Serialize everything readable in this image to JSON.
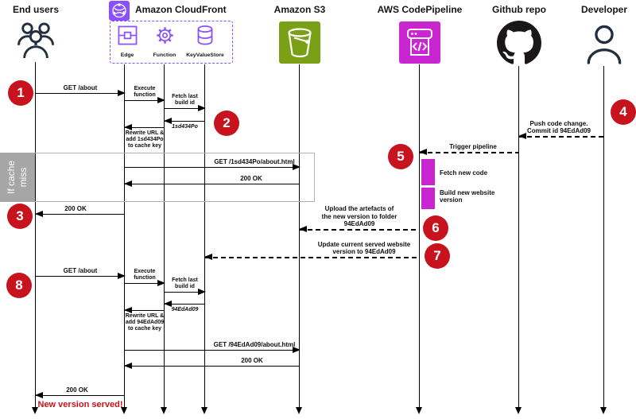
{
  "palette": {
    "cloudfront_purple": "#8C4FFF",
    "s3_green": "#7AA116",
    "codepipeline_magenta": "#C925D1",
    "step_red": "#C7131E",
    "fragment_gray": "#A6A6A6",
    "actor_dark": "#232F3E"
  },
  "actors": {
    "end_users": {
      "label": "End users"
    },
    "cloudfront": {
      "label": "Amazon CloudFront",
      "children": {
        "edge": "Edge",
        "function": "Function",
        "key_value_store": "KeyValueStore"
      }
    },
    "s3": {
      "label": "Amazon S3"
    },
    "codepipeline": {
      "label": "AWS CodePipeline"
    },
    "github": {
      "label": "Github repo"
    },
    "developer": {
      "label": "Developer"
    }
  },
  "icons": {
    "end_users": "users-group-icon",
    "cloudfront": "cloudfront-icon",
    "edge": "edge-location-icon",
    "function": "function-gear-icon",
    "key_value_store": "key-value-store-cylinder-icon",
    "s3": "s3-bucket-icon",
    "codepipeline": "codepipeline-icon",
    "github": "github-octocat-icon",
    "developer": "person-icon"
  },
  "steps": [
    "1",
    "2",
    "3",
    "4",
    "5",
    "6",
    "7",
    "8"
  ],
  "messages": {
    "get_about_1": "GET /about",
    "execute_function_1": "Execute\nfunction",
    "fetch_last_build_1": "Fetch last\nbuild id",
    "build_id_1": "1sd434Po",
    "rewrite_1": "Rewrite URL &\nadd 1sd434Po\nto cache key",
    "get_versioned_1": "GET /1sd434Po/about.html",
    "ok_edge_1": "200 OK",
    "ok_user_1": "200 OK",
    "push_code": "Push code change.\nCommit id 94EdAd09",
    "trigger_pipeline": "Trigger pipeline",
    "fetch_new_code": "Fetch new code",
    "build_new_website": "Build new website\nversion",
    "upload_artefacts": "Upload the artefacts of\nthe new version to folder\n94EdAd09",
    "update_version": "Update current served website\nversion to 94EdAd09",
    "get_about_2": "GET /about",
    "execute_function_2": "Execute\nfunction",
    "fetch_last_build_2": "Fetch last\nbuild id",
    "build_id_2": "94EdAd09",
    "rewrite_2": "Rewrite URL &\nadd 94EdAd09\nto cache key",
    "get_versioned_2": "GET /94EdAd09/about.html",
    "ok_edge_2": "200 OK",
    "ok_user_2": "200 OK"
  },
  "fragment": {
    "label": "If cache\nmiss"
  },
  "footer": {
    "new_version_label": "New version served!"
  }
}
